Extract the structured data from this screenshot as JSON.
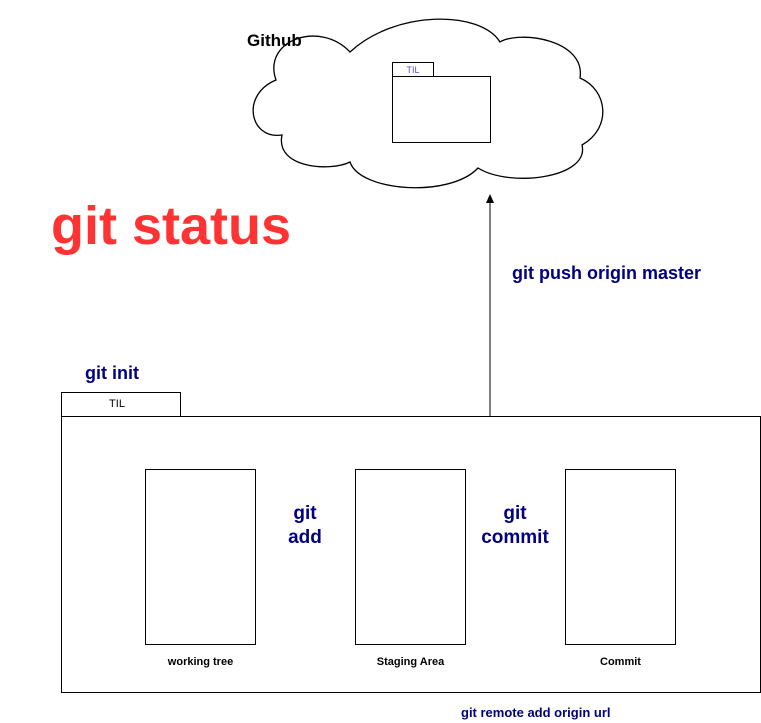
{
  "cloud": {
    "title": "Github",
    "folder_tab": "TIL"
  },
  "heading": {
    "text": "git status",
    "color": "#ff3333"
  },
  "labels": {
    "push": "git push origin master",
    "init": "git init",
    "add_line1": "git",
    "add_line2": "add",
    "commit_line1": "git",
    "commit_line2": "commit",
    "remote": "git remote add origin url"
  },
  "local_repo": {
    "folder_tab": "TIL"
  },
  "stages": [
    {
      "caption": "working tree"
    },
    {
      "caption": "Staging Area"
    },
    {
      "caption": "Commit"
    }
  ],
  "colors": {
    "command_text": "#000080",
    "tab_text_cloud": "#4c4cff"
  }
}
